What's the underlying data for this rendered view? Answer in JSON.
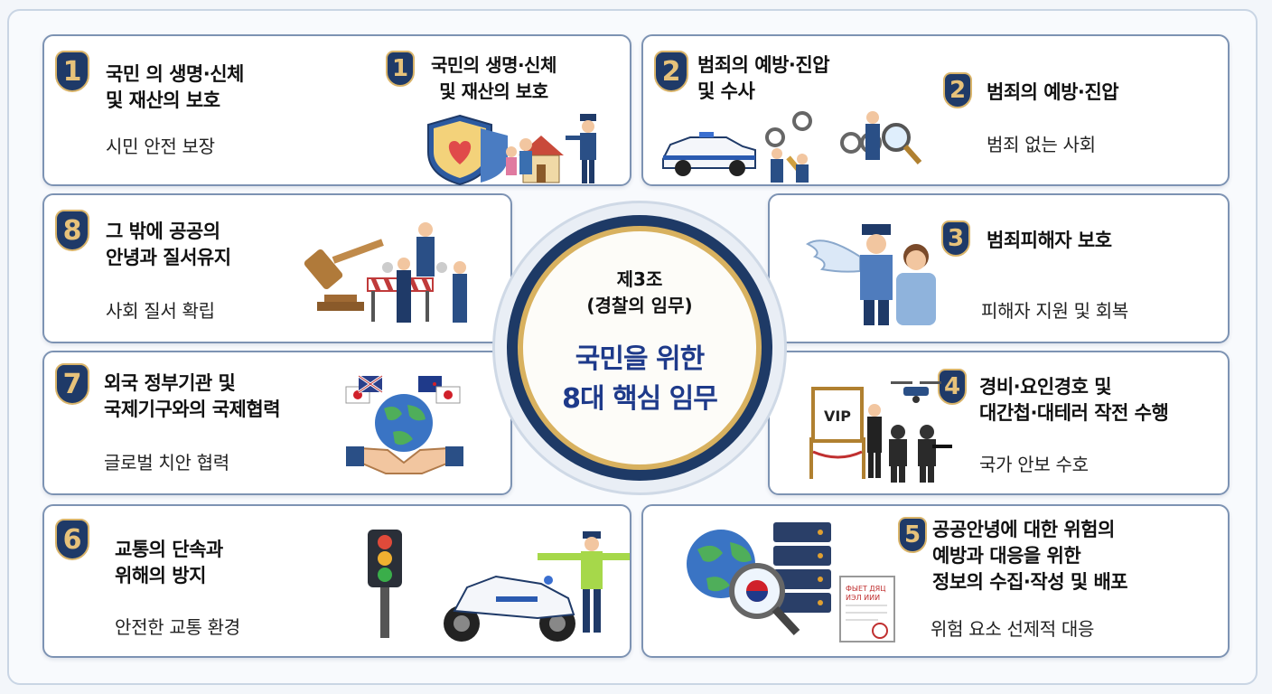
{
  "center": {
    "line1": "제3조",
    "line2": "(경찰의 임무)",
    "line3": "국민을 위한",
    "line4": "8대 핵심 임무"
  },
  "duties": [
    {
      "number": "1",
      "title": "국민 의 생명·신체\n및 재산의 보호",
      "subtitle": "시민 안전 보장",
      "illus_number": "1",
      "illus_title": "국민의 생명·신체\n및 재산의 보호"
    },
    {
      "number": "2",
      "title": "범죄의 예방·진압\n및 수사",
      "subtitle": "범죄 없는 사회",
      "illus_number": "2",
      "illus_title": "범죄의 예방·진압"
    },
    {
      "number": "3",
      "title": "범죄피해자 보호",
      "subtitle": "피해자 지원 및 회복"
    },
    {
      "number": "4",
      "title": "경비·요인경호 및\n대간첩·대테러 작전 수행",
      "subtitle": "국가 안보 수호"
    },
    {
      "number": "5",
      "title": "공공안녕에 대한 위험의\n예방과 대응을 위한\n정보의 수집·작성 및 배포",
      "subtitle": "위험 요소 선제적 대응"
    },
    {
      "number": "6",
      "title": "교통의 단속과\n위해의 방지",
      "subtitle": "안전한 교통 환경"
    },
    {
      "number": "7",
      "title": "외국 정부기관 및\n국제기구와의 국제협력",
      "subtitle": "글로벌 치안 협력"
    },
    {
      "number": "8",
      "title": "그 밖에 공공의\n안녕과 질서유지",
      "subtitle": "사회 질서 확립"
    }
  ],
  "illustration_text": {
    "vip_sign": "VIP",
    "document_text": "ФЫЕТ ДЯЦ\nИЭЛ ИИИ"
  },
  "colors": {
    "navy": "#1f3a68",
    "gold": "#d9b46a",
    "title_blue": "#1e3a8a",
    "card_border": "#7d93b3"
  },
  "icons": [
    "shield-icon",
    "police-car-icon",
    "handcuffs-icon",
    "magnifier-icon",
    "gavel-icon",
    "barricade-icon",
    "wings-icon",
    "drone-icon",
    "vip-sign-icon",
    "globe-icon",
    "server-icon",
    "document-icon",
    "handshake-icon",
    "flag-icon",
    "traffic-light-icon",
    "motorcycle-icon",
    "police-officer-icon"
  ]
}
